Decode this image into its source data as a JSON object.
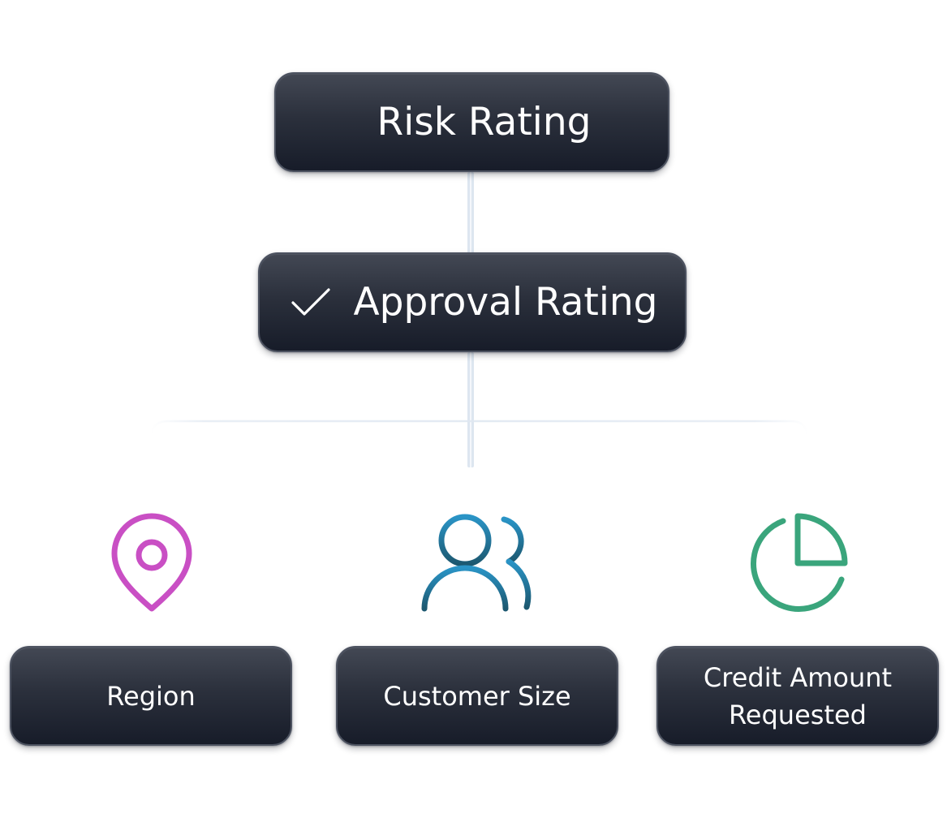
{
  "diagram": {
    "top_node": {
      "label": "Risk Rating"
    },
    "middle_node": {
      "label": "Approval Rating",
      "status_icon": "check-icon"
    },
    "factors": [
      {
        "label": "Region",
        "icon": "map-pin-icon",
        "icon_color": "#c94fc4"
      },
      {
        "label": "Customer Size",
        "icon": "users-icon",
        "icon_color": "#2585b5"
      },
      {
        "label": "Credit Amount Requested",
        "icon": "pie-chart-icon",
        "icon_color": "#3aa57c"
      }
    ]
  },
  "colors": {
    "node_bg_top": "#434854",
    "node_bg_bottom": "#171c29",
    "node_text": "#ffffff",
    "connector": "#d7e2ef"
  }
}
